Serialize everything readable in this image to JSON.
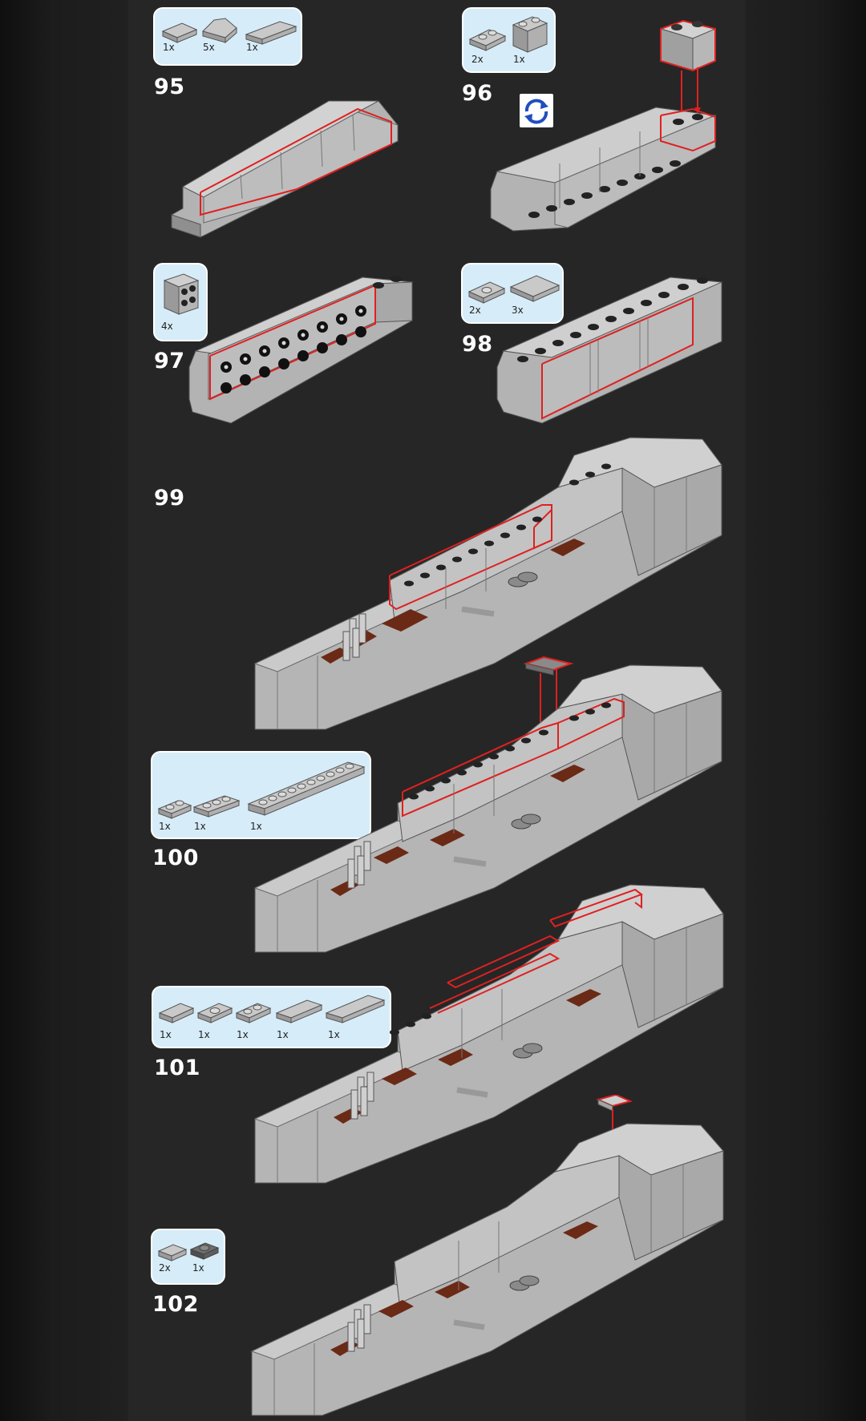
{
  "steps": [
    {
      "number": "95",
      "parts": [
        {
          "qty": "1x",
          "shape": "plate-flat"
        },
        {
          "qty": "5x",
          "shape": "slope"
        },
        {
          "qty": "1x",
          "shape": "plate-long"
        }
      ]
    },
    {
      "number": "96",
      "parts": [
        {
          "qty": "2x",
          "shape": "plate-2stud"
        },
        {
          "qty": "1x",
          "shape": "brick-2x2"
        }
      ]
    },
    {
      "number": "97",
      "parts": [
        {
          "qty": "4x",
          "shape": "brick-4stud"
        }
      ]
    },
    {
      "number": "98",
      "parts": [
        {
          "qty": "2x",
          "shape": "plate-jumper"
        },
        {
          "qty": "3x",
          "shape": "tile-2x2"
        }
      ]
    },
    {
      "number": "99",
      "parts": []
    },
    {
      "number": "100",
      "parts": [
        {
          "qty": "1x",
          "shape": "plate-1x2"
        },
        {
          "qty": "1x",
          "shape": "plate-1x3"
        },
        {
          "qty": "1x",
          "shape": "plate-1x10"
        }
      ]
    },
    {
      "number": "101",
      "parts": [
        {
          "qty": "1x",
          "shape": "tile-1x2"
        },
        {
          "qty": "1x",
          "shape": "jumper"
        },
        {
          "qty": "1x",
          "shape": "plate-2stud"
        },
        {
          "qty": "1x",
          "shape": "tile-1x3"
        },
        {
          "qty": "1x",
          "shape": "tile-1x4"
        }
      ]
    },
    {
      "number": "102",
      "parts": [
        {
          "qty": "2x",
          "shape": "tile-1x1"
        },
        {
          "qty": "1x",
          "shape": "plate-1x1-dark"
        }
      ]
    }
  ],
  "rotate_indicator": "rotate-icon",
  "colors": {
    "accent": "#e02020",
    "part_box": "#d6ecf8",
    "brick": "#b9b9b9",
    "brick_dark": "#8d8d8d",
    "stud": "#1a1a1a",
    "brown": "#6b2a16",
    "rotate_blue": "#1f4fbf"
  }
}
